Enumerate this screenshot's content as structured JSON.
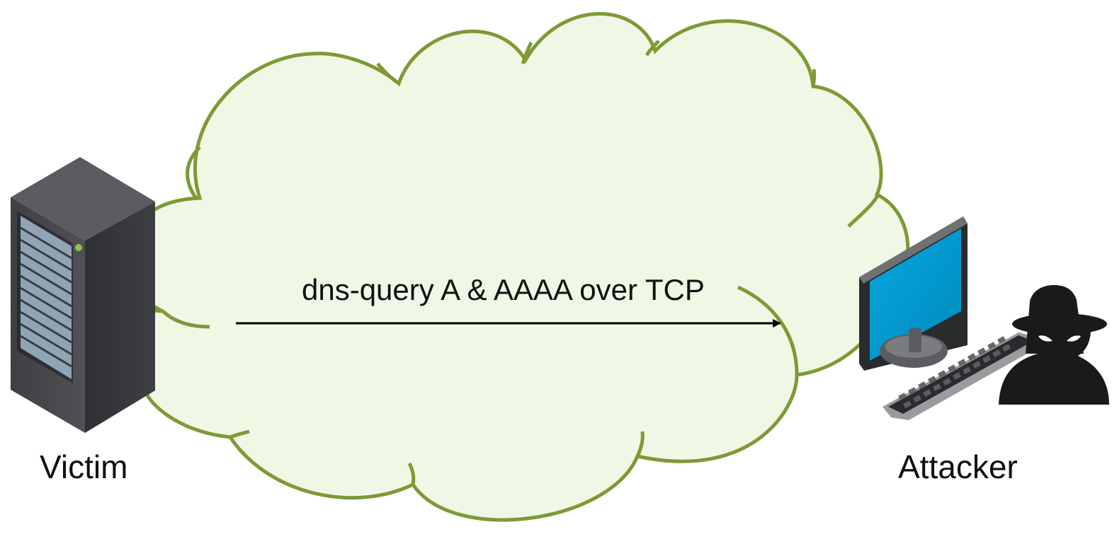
{
  "nodes": {
    "victim": {
      "label": "Victim",
      "icon": "server-icon"
    },
    "attacker": {
      "label": "Attacker",
      "icon": "computer-spy-icon"
    }
  },
  "edge": {
    "label": "dns-query A & AAAA over TCP",
    "from": "Victim",
    "to": "Attacker"
  },
  "colors": {
    "cloud_fill": "#f0f7e4",
    "cloud_stroke": "#7d9a35",
    "arrow": "#000000",
    "server_dark": "#3f4044",
    "server_panel": "#9fb2c2",
    "monitor_screen": "#00a0d6",
    "spy": "#1a1a1a"
  }
}
